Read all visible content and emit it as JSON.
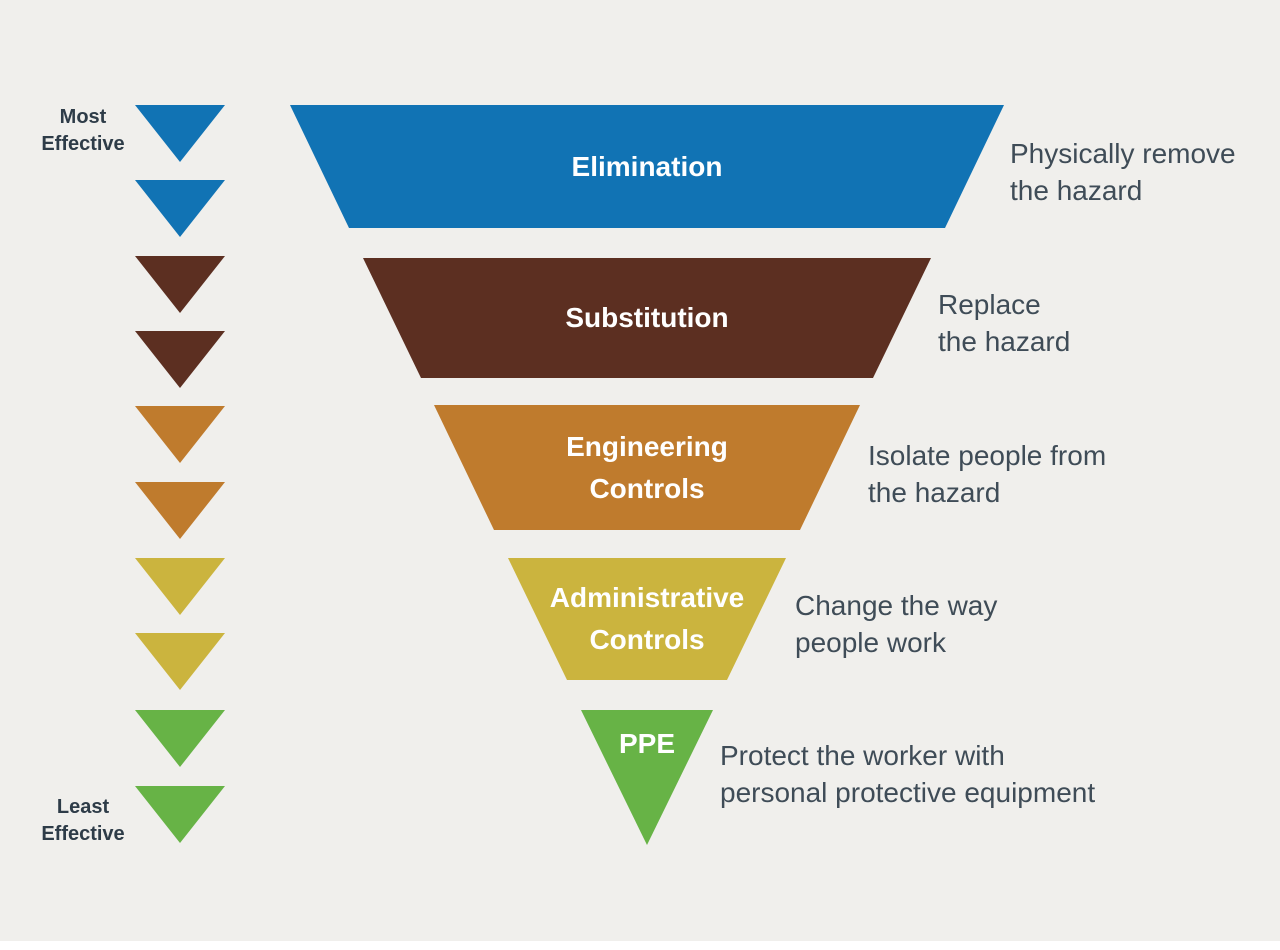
{
  "background_color": "#f0efec",
  "text_color": "#3f4c57",
  "scale": {
    "most_label": "Most\nEffective",
    "least_label": "Least\nEffective"
  },
  "levels": [
    {
      "name": "Elimination",
      "label": "Elimination",
      "description": "Physically remove\nthe hazard",
      "color": "#1173b4"
    },
    {
      "name": "Substitution",
      "label": "Substitution",
      "description": "Replace\nthe hazard",
      "color": "#5c2f21"
    },
    {
      "name": "Engineering Controls",
      "label": "Engineering\nControls",
      "description": "Isolate people from\nthe hazard",
      "color": "#bf7b2d"
    },
    {
      "name": "Administrative Controls",
      "label": "Administrative\nControls",
      "description": "Change the way\npeople work",
      "color": "#cbb43e"
    },
    {
      "name": "PPE",
      "label": "PPE",
      "description": "Protect the worker with\npersonal protective equipment",
      "color": "#67b346"
    }
  ]
}
